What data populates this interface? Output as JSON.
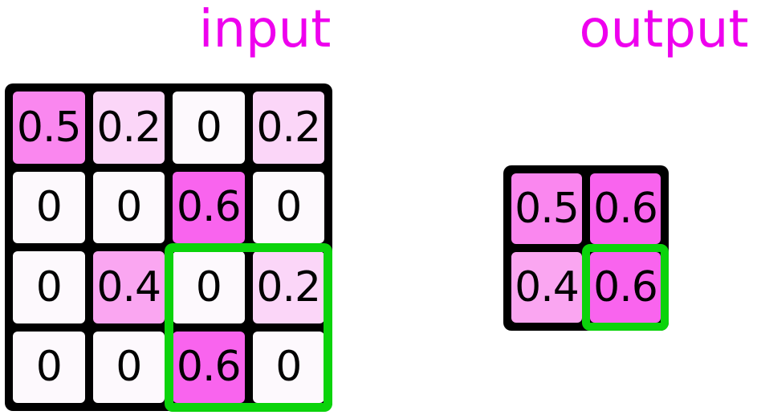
{
  "titles": {
    "input": "input",
    "output": "output"
  },
  "colors": {
    "title": "#EE00EE",
    "grid_line": "#000000",
    "cell_text": "#000000",
    "highlight_green": "#0BD30B",
    "background": "#FFFFFF",
    "value_fills": {
      "0": "#FDF9FD",
      "0.2": "#FBD6F8",
      "0.4": "#FAA6F1",
      "0.5": "#FA87EF",
      "0.6": "#F964EE"
    }
  },
  "input_grid": {
    "rows": 4,
    "cols": 4,
    "cells": [
      [
        "0.5",
        "0.2",
        "0",
        "0.2"
      ],
      [
        "0",
        "0",
        "0.6",
        "0"
      ],
      [
        "0",
        "0.4",
        "0",
        "0.2"
      ],
      [
        "0",
        "0",
        "0.6",
        "0"
      ]
    ],
    "highlight_region": {
      "row_start": 3,
      "col_start": 3,
      "rows": 2,
      "cols": 2
    }
  },
  "output_grid": {
    "rows": 2,
    "cols": 2,
    "cells": [
      [
        "0.5",
        "0.6"
      ],
      [
        "0.4",
        "0.6"
      ]
    ],
    "highlight_cell": {
      "row": 2,
      "col": 2
    }
  }
}
